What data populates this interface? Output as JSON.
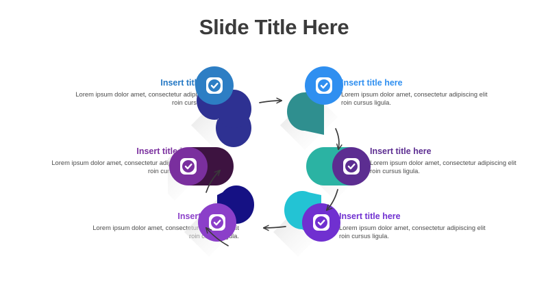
{
  "slide": {
    "title": "Slide Title Here",
    "background": "#ffffff",
    "title_color": "#3b3b3b"
  },
  "diagram": {
    "type": "cycle-6-step",
    "arrow_color": "#3a3a3a",
    "arrow_direction": "clockwise",
    "shadow_color": "#e2e2e2",
    "icon": "check-circle-icon",
    "steps": [
      {
        "id": 1,
        "position": "top-left",
        "title": "Insert title here",
        "body": "Lorem ipsum dolor amet, consectetur adipiscing elit roin cursus ligula.",
        "title_color": "#2478c4",
        "disc_color": "#2d7ec4",
        "body_color": "#2e3192",
        "check_color": "#2d7ec4",
        "align": "right"
      },
      {
        "id": 2,
        "position": "top-right",
        "title": "Insert title here",
        "body": "Lorem ipsum dolor amet, consectetur adipiscing elit roin cursus ligula.",
        "title_color": "#2f8ff0",
        "disc_color": "#2f8ff0",
        "body_color": "#2f8f8f",
        "check_color": "#2f8ff0",
        "align": "left"
      },
      {
        "id": 3,
        "position": "right",
        "title": "Insert title here",
        "body": "Lorem ipsum dolor amet, consectetur adipiscing elit roin cursus ligula.",
        "title_color": "#5c2d91",
        "disc_color": "#5c2d91",
        "body_color": "#2bb3a3",
        "check_color": "#5c2d91",
        "align": "left"
      },
      {
        "id": 4,
        "position": "bottom-right",
        "title": "Insert title here",
        "body": "Lorem ipsum dolor amet, consectetur adipiscing elit roin cursus ligula.",
        "title_color": "#7030d0",
        "disc_color": "#7030d0",
        "body_color": "#23c3d4",
        "check_color": "#7030d0",
        "align": "left"
      },
      {
        "id": 5,
        "position": "bottom-left",
        "title": "Insert title here",
        "body": "Lorem ipsum dolor amet, consectetur adipiscing elit roin cursus ligula.",
        "title_color": "#8b3fc9",
        "disc_color": "#8b3fc9",
        "body_color": "#151184",
        "check_color": "#8b3fc9",
        "align": "right"
      },
      {
        "id": 6,
        "position": "left",
        "title": "Insert title here",
        "body": "Lorem ipsum dolor amet, consectetur adipiscing elit roin cursus ligula.",
        "title_color": "#7a2f9e",
        "disc_color": "#7a2f9e",
        "body_color": "#3d1340",
        "check_color": "#7a2f9e",
        "align": "right"
      }
    ]
  }
}
